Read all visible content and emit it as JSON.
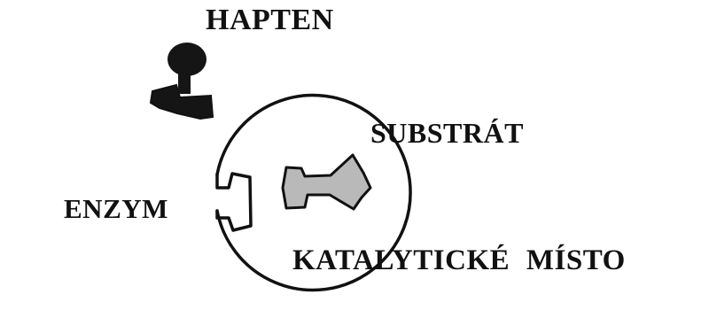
{
  "labels": {
    "hapten": "HAPTEN",
    "substrate": "SUBSTRÁT",
    "enzyme": "ENZYM",
    "catalytic_site": "KATALYTICKÉ MÍSTO"
  },
  "colors": {
    "outline": "#111111",
    "hapten_fill": "#151515",
    "substrate_fill": "#b9b9b9",
    "background": "#ffffff"
  }
}
